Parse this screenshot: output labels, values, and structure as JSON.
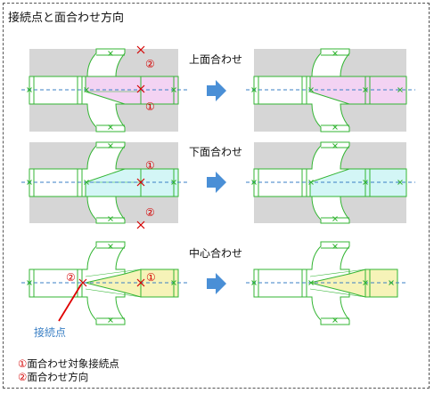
{
  "title": "接続点と面合わせ方向",
  "rows": [
    {
      "label": "上面合わせ"
    },
    {
      "label": "下面合わせ"
    },
    {
      "label": "中心合わせ"
    }
  ],
  "markers": {
    "one": "①",
    "two": "②"
  },
  "callout": "接続点",
  "legend": [
    {
      "num": "①",
      "text": "面合わせ対象接続点"
    },
    {
      "num": "②",
      "text": "面合わせ方向"
    }
  ],
  "colors": {
    "outline": "#33b533",
    "centerline": "#3a7fc4",
    "marker": "#d40000",
    "top_fill": "#f3d3f3",
    "bottom_fill": "#d3f6f6",
    "center_fill": "#f6f3b8",
    "background_gray": "#d6d6d6",
    "arrow": "#4a8fd6"
  }
}
